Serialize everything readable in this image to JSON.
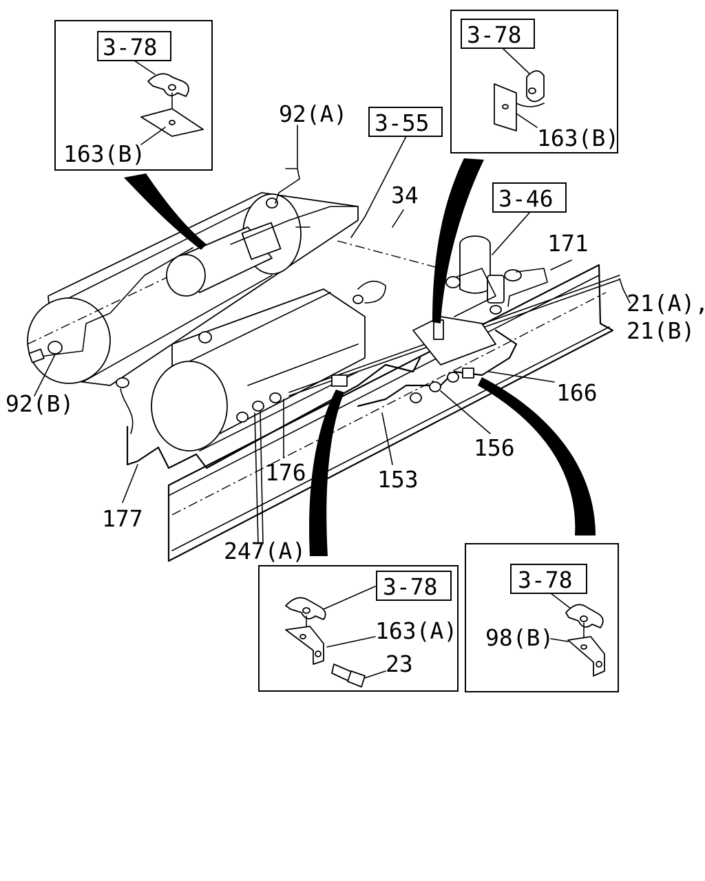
{
  "callouts": {
    "top_left": {
      "ref": "3-78",
      "part": "163(B)"
    },
    "top_right": {
      "ref": "3-78",
      "part": "163(B)"
    },
    "bottom_mid": {
      "ref": "3-78",
      "part": "163(A)",
      "bolt": "23"
    },
    "bottom_right": {
      "ref": "3-78",
      "part": "98(B)"
    }
  },
  "refs": {
    "r355": "3-55",
    "r346": "3-46"
  },
  "parts": {
    "p92a": "92(A)",
    "p92b": "92(B)",
    "p34": "34",
    "p171": "171",
    "p21a": "21(A),",
    "p21b": "21(B)",
    "p166": "166",
    "p156": "156",
    "p153": "153",
    "p176": "176",
    "p177": "177",
    "p247a": "247(A)"
  }
}
